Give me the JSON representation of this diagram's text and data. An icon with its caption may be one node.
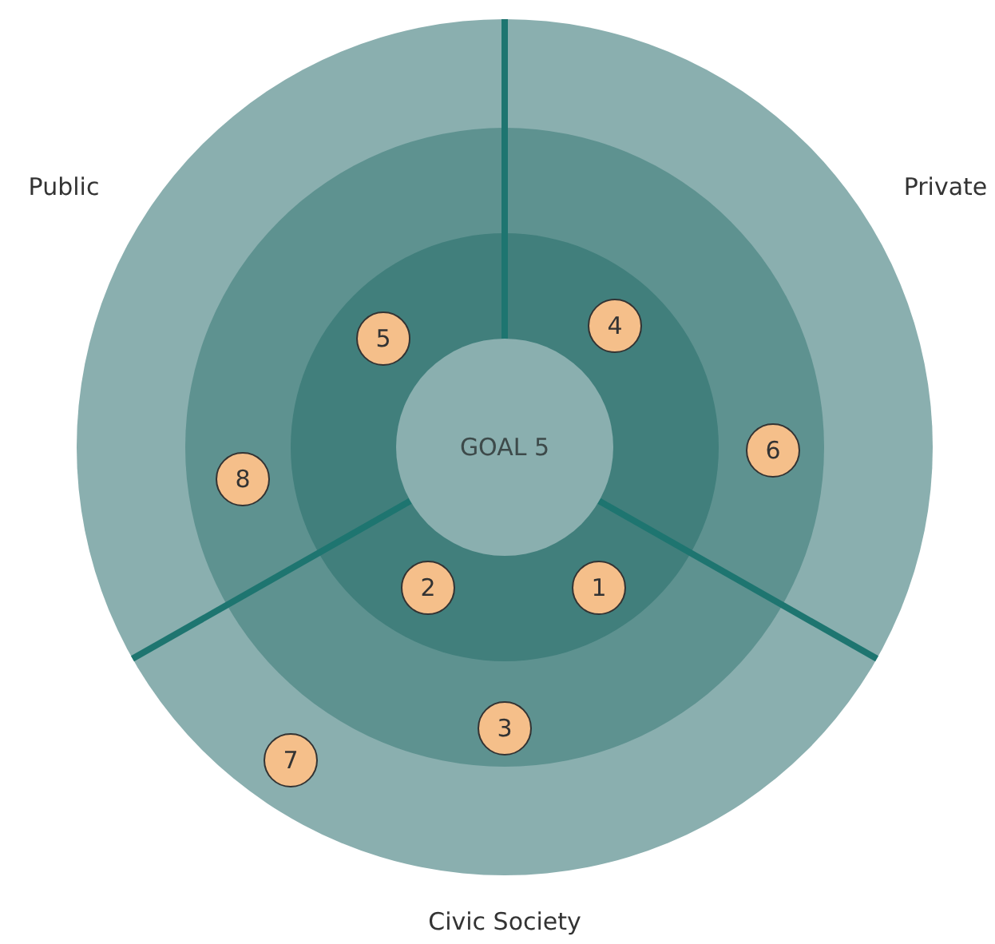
{
  "diagram": {
    "nodes": [
      {
        "text": [
          "5"
        ]
      },
      {
        "text": [
          "4"
        ]
      },
      {
        "text": [
          "GOAL 5"
        ]
      },
      {
        "text": [
          "6"
        ]
      },
      {
        "text": [
          "8"
        ]
      },
      {
        "text": [
          "2"
        ]
      },
      {
        "text": [
          "1"
        ]
      },
      {
        "text": [
          "3"
        ]
      },
      {
        "text": [
          "7"
        ]
      }
    ],
    "labels": [
      "Public",
      "Private",
      "Civic Society"
    ]
  }
}
